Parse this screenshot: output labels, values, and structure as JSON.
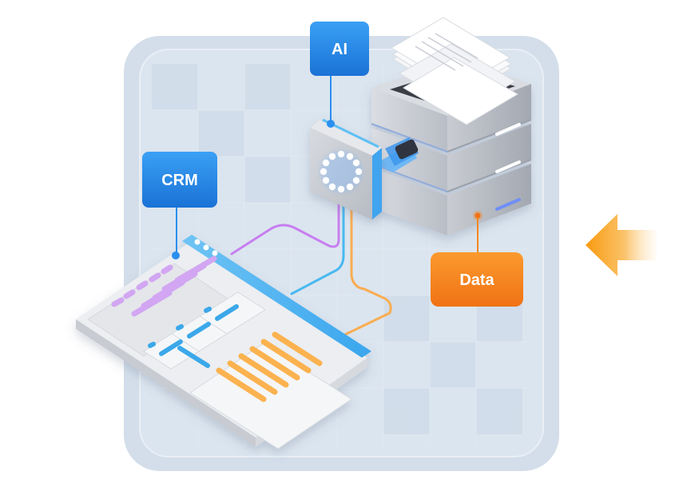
{
  "labels": {
    "ai": "AI",
    "crm": "CRM",
    "data": "Data"
  },
  "colors": {
    "blue_badge": "#2a8ff0",
    "orange_badge": "#f5871c",
    "platform": "#cfdcea",
    "purple_line": "#c77ef0",
    "blue_line": "#49b8f0",
    "orange_line": "#f9ad52",
    "arrow": "#f8a020"
  },
  "icons": [
    "ai-chip-icon",
    "server-stack-icon",
    "documents-icon",
    "crm-window-icon",
    "arrow-left-icon"
  ]
}
